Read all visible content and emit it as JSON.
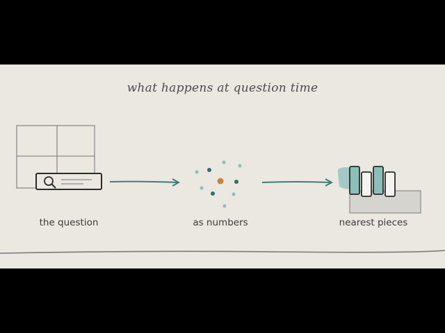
{
  "title": "what happens at question time",
  "steps": [
    {
      "label": "the question"
    },
    {
      "label": "as numbers"
    },
    {
      "label": "nearest pieces"
    }
  ],
  "colors": {
    "background": "#ebe8e1",
    "ink": "#2f2f2f",
    "accent_teal": "#3b7d7a",
    "accent_teal_light": "#8cbfba",
    "accent_orange": "#c8843a"
  },
  "icons": [
    "grid-sheet-icon",
    "search-bar-icon",
    "magnifier-icon",
    "dot-cluster-icon",
    "document-stack-icon"
  ]
}
